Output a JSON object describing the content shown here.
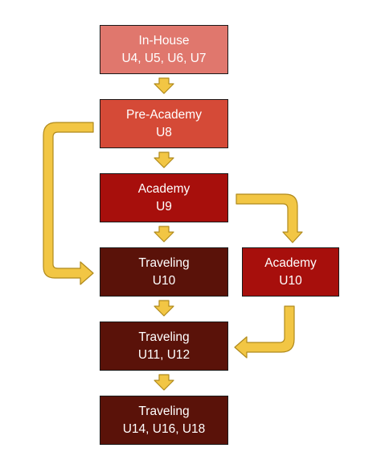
{
  "colors": {
    "inhouse": "#e0776d",
    "preacademy": "#d54a37",
    "academy": "#a70f0c",
    "traveling": "#5a1209",
    "arrow_fill": "#f2c644",
    "arrow_stroke": "#b08a1c"
  },
  "boxes": {
    "inhouse": {
      "title": "In-House",
      "ages": "U4, U5, U6, U7"
    },
    "preacademy": {
      "title": "Pre-Academy",
      "ages": "U8"
    },
    "academy_u9": {
      "title": "Academy",
      "ages": "U9"
    },
    "traveling_u10": {
      "title": "Traveling",
      "ages": "U10"
    },
    "academy_u10": {
      "title": "Academy",
      "ages": "U10"
    },
    "traveling_u11": {
      "title": "Traveling",
      "ages": "U11, U12"
    },
    "traveling_u14": {
      "title": "Traveling",
      "ages": "U14, U16, U18"
    }
  }
}
